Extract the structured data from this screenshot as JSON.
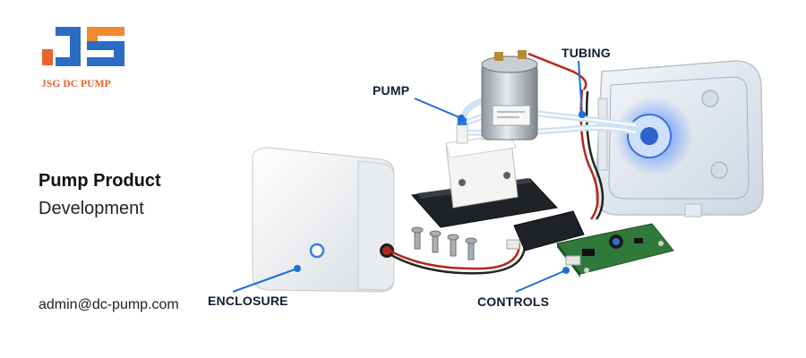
{
  "brand": {
    "caption": "JSG DC PUMP"
  },
  "headline": {
    "title": "Pump Product",
    "subtitle": "Development"
  },
  "contact": {
    "email": "admin@dc-pump.com"
  },
  "callouts": {
    "pump": "PUMP",
    "tubing": "TUBING",
    "enclosure": "ENCLOSURE",
    "controls": "CONTROLS"
  },
  "colors": {
    "brand_blue": "#2b6cc7",
    "brand_orange": "#e8642b",
    "callout_line": "#1e6fd9",
    "callout_text": "#0e1e33"
  }
}
